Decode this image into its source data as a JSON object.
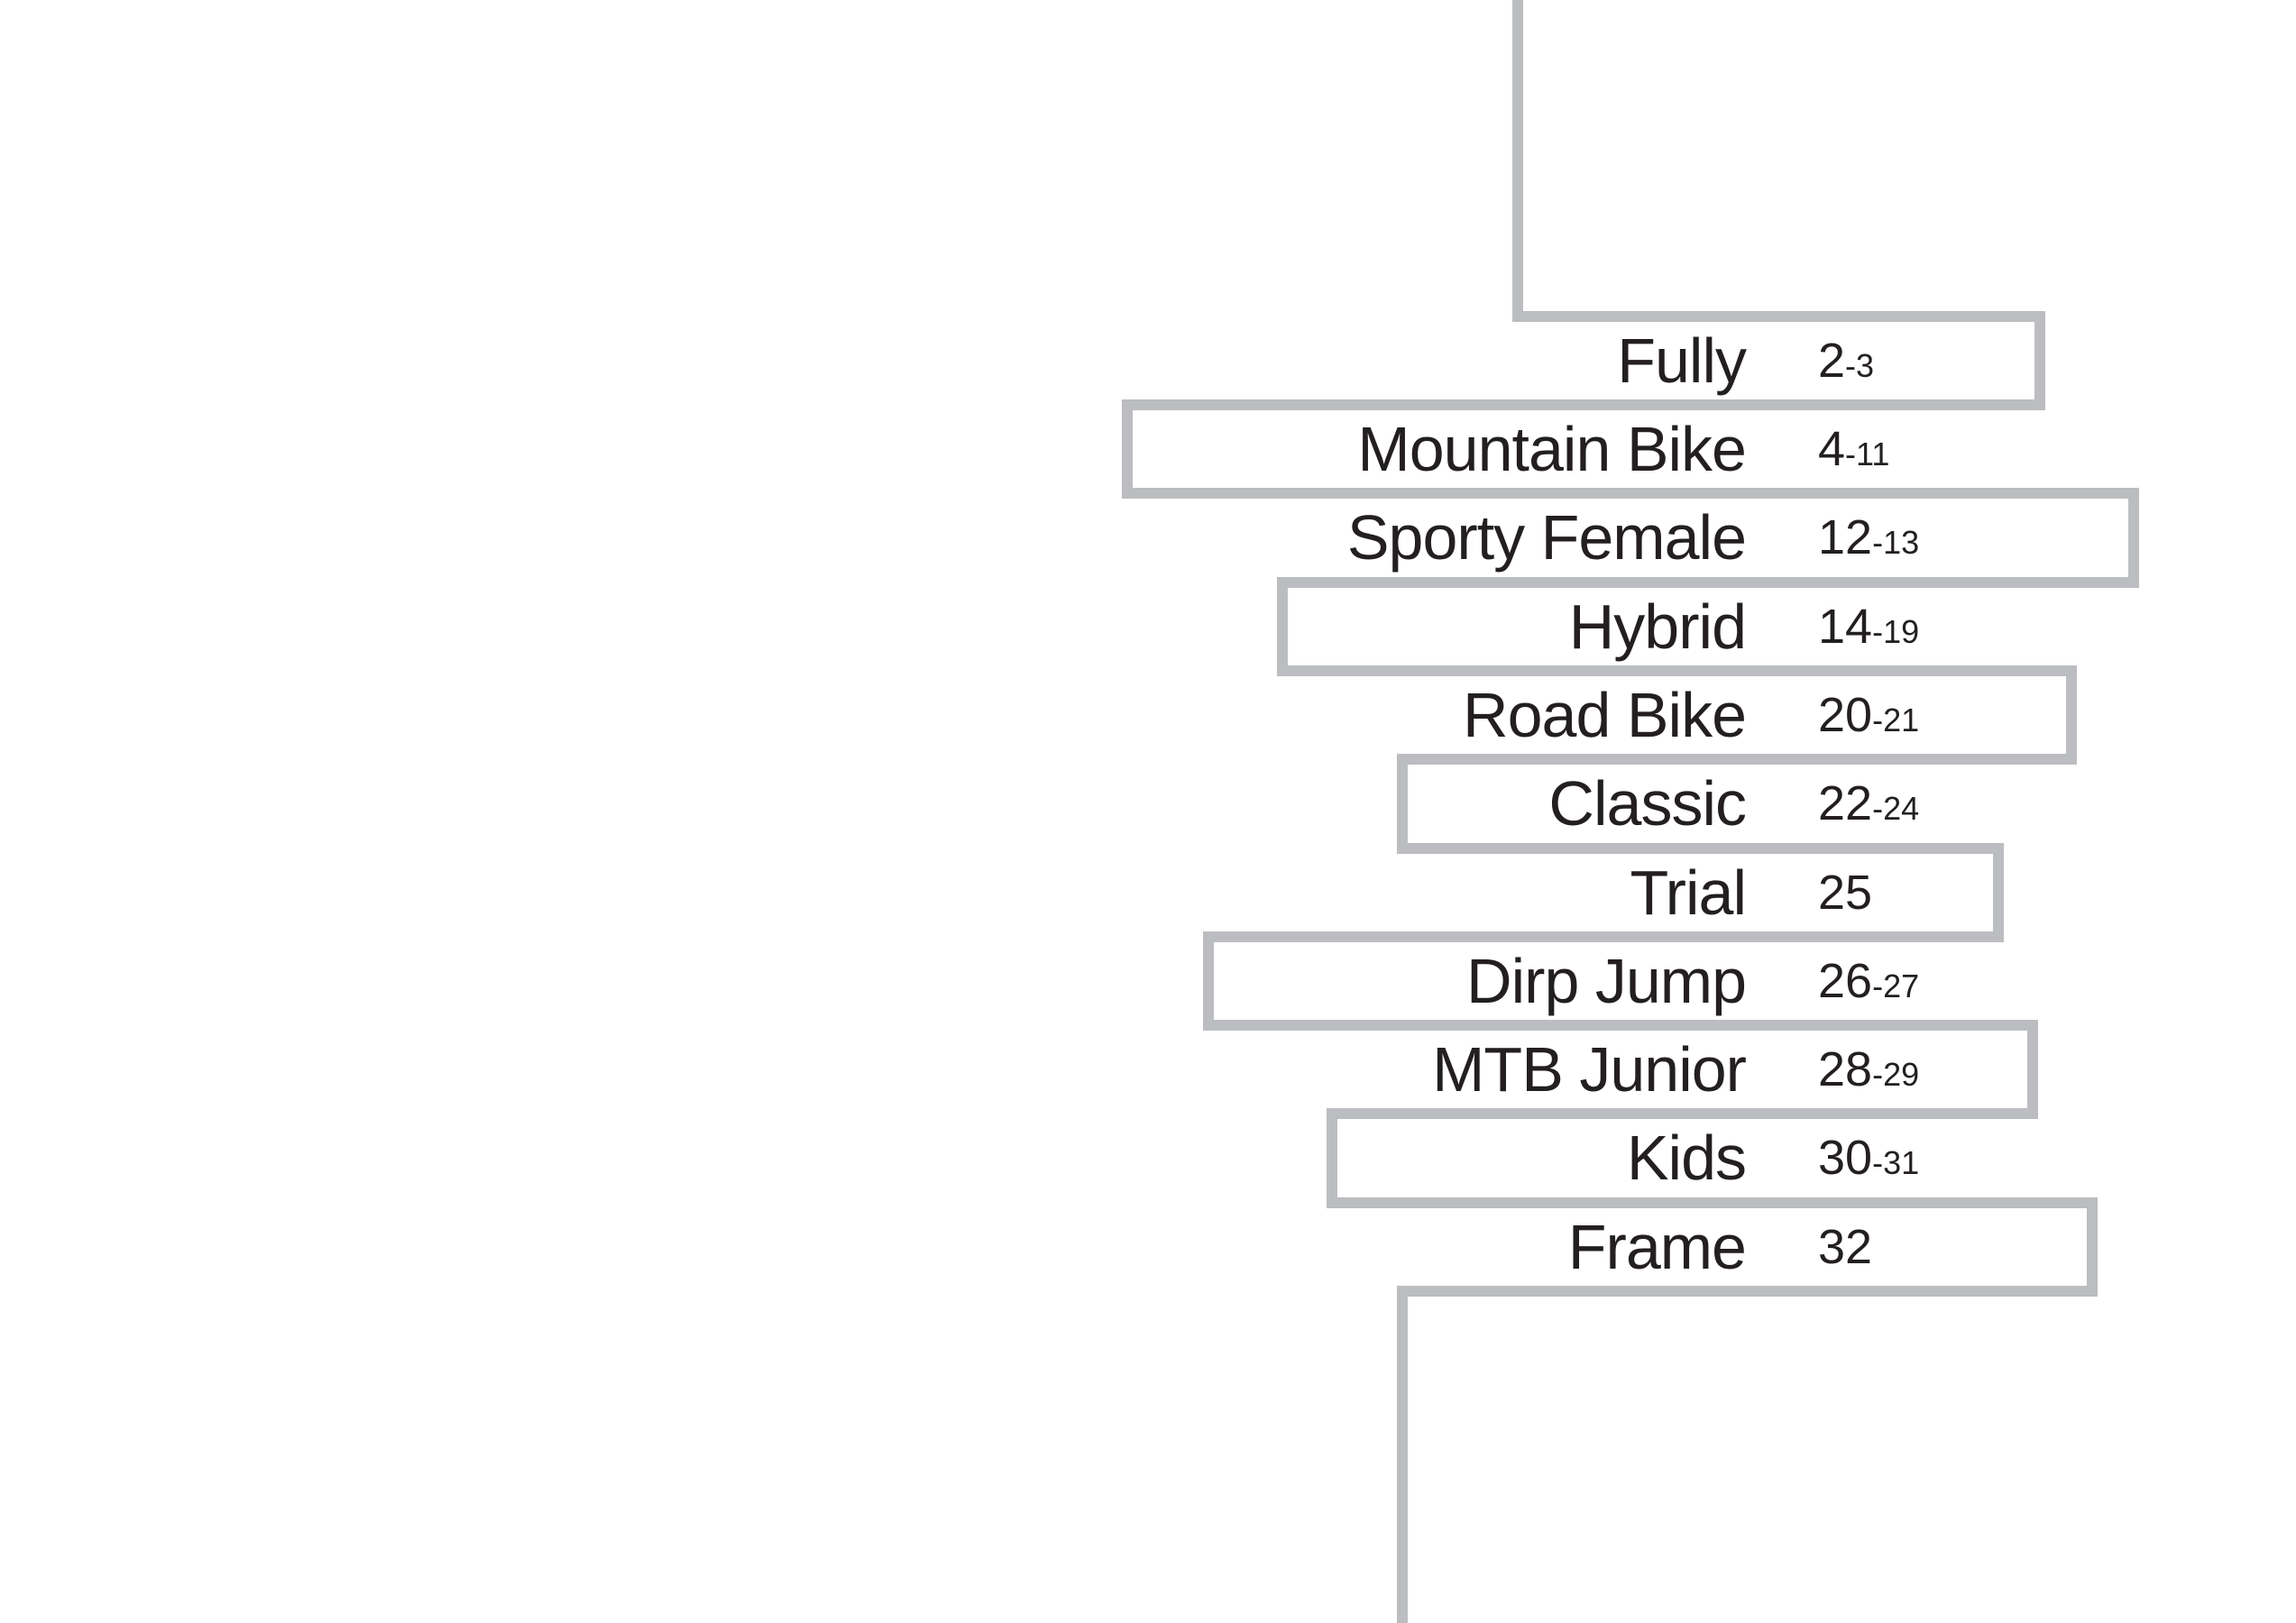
{
  "toc": {
    "entries": [
      {
        "label": "Fully",
        "page_start": "2",
        "page_end": "-3"
      },
      {
        "label": "Mountain Bike",
        "page_start": "4",
        "page_end": "-11"
      },
      {
        "label": "Sporty Female",
        "page_start": "12",
        "page_end": "-13"
      },
      {
        "label": "Hybrid",
        "page_start": "14",
        "page_end": "-19"
      },
      {
        "label": "Road Bike",
        "page_start": "20",
        "page_end": "-21"
      },
      {
        "label": "Classic",
        "page_start": "22",
        "page_end": "-24"
      },
      {
        "label": "Trial",
        "page_start": "25",
        "page_end": ""
      },
      {
        "label": "Dirp Jump",
        "page_start": "26",
        "page_end": "-27"
      },
      {
        "label": "MTB Junior",
        "page_start": "28",
        "page_end": "-29"
      },
      {
        "label": "Kids",
        "page_start": "30",
        "page_end": "-31"
      },
      {
        "label": "Frame",
        "page_start": "32",
        "page_end": ""
      }
    ]
  },
  "colors": {
    "line": "#bcbdc0",
    "text": "#231f20",
    "background": "#ffffff"
  }
}
